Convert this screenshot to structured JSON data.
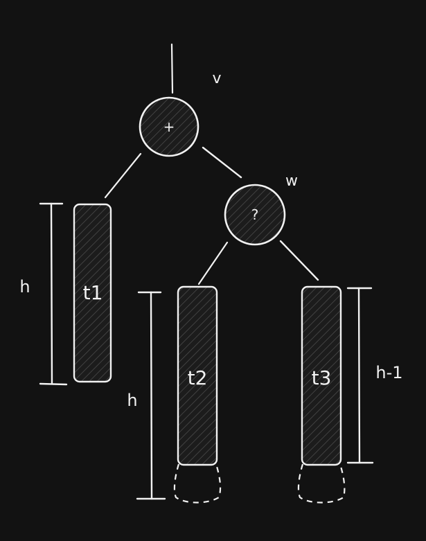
{
  "nodes": {
    "root": {
      "symbol": "+",
      "name": "v"
    },
    "child": {
      "symbol": "?",
      "name": "w"
    }
  },
  "subtrees": {
    "t1": {
      "label": "t1",
      "height_label": "h"
    },
    "t2": {
      "label": "t2",
      "height_label": "h"
    },
    "t3": {
      "label": "t3",
      "height_label": "h-1"
    }
  },
  "colors": {
    "background": "#121212",
    "stroke": "#f2f2f2",
    "hatch": "#3a3a3a",
    "fill": "#1e1e1e"
  }
}
